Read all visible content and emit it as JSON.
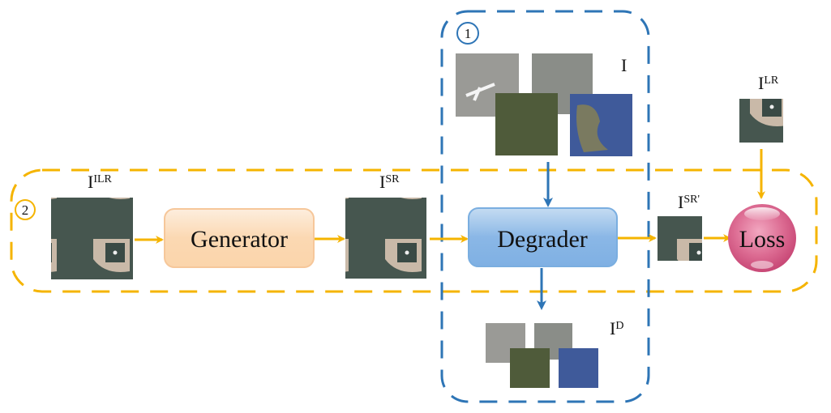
{
  "regions": {
    "degradation": {
      "number": "1",
      "color": "#2e75b6"
    },
    "training": {
      "number": "2",
      "color": "#f5b400"
    }
  },
  "images": {
    "ilr": {
      "base": "I",
      "sup": "ILR"
    },
    "isr": {
      "base": "I",
      "sup": "SR"
    },
    "isr_prime": {
      "base": "I",
      "sup": "SR'"
    },
    "lr": {
      "base": "I",
      "sup": "LR"
    },
    "hr_set": {
      "base": "I",
      "sup": ""
    },
    "degraded_set": {
      "base": "I",
      "sup": "D"
    }
  },
  "blocks": {
    "generator": "Generator",
    "degrader": "Degrader",
    "loss": "Loss"
  },
  "colors": {
    "arrow_yellow": "#f5b400",
    "arrow_blue": "#2e75b6",
    "generator_fill": "#fbd9b5",
    "degrader_fill": "#8db8e6",
    "loss_fill": "#d9608a"
  }
}
